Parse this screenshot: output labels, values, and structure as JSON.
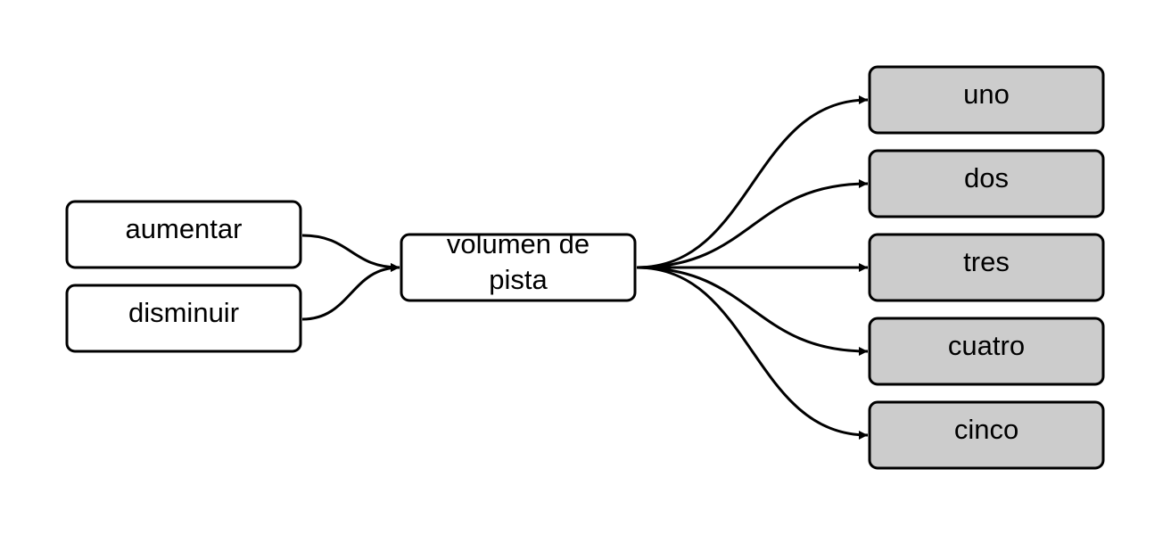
{
  "colors": {
    "input_fill": "#ffffff",
    "center_fill": "#ffffff",
    "output_fill": "#cccccc",
    "stroke": "#000000"
  },
  "diagram": {
    "inputs": [
      {
        "id": "aumentar",
        "label": "aumentar"
      },
      {
        "id": "disminuir",
        "label": "disminuir"
      }
    ],
    "center": {
      "id": "volumen-de-pista",
      "lines": [
        "volumen de",
        "pista"
      ]
    },
    "outputs": [
      {
        "id": "uno",
        "label": "uno"
      },
      {
        "id": "dos",
        "label": "dos"
      },
      {
        "id": "tres",
        "label": "tres"
      },
      {
        "id": "cuatro",
        "label": "cuatro"
      },
      {
        "id": "cinco",
        "label": "cinco"
      }
    ],
    "edges": [
      {
        "from": "aumentar",
        "to": "volumen-de-pista"
      },
      {
        "from": "disminuir",
        "to": "volumen-de-pista"
      },
      {
        "from": "volumen-de-pista",
        "to": "uno"
      },
      {
        "from": "volumen-de-pista",
        "to": "dos"
      },
      {
        "from": "volumen-de-pista",
        "to": "tres"
      },
      {
        "from": "volumen-de-pista",
        "to": "cuatro"
      },
      {
        "from": "volumen-de-pista",
        "to": "cinco"
      }
    ]
  }
}
